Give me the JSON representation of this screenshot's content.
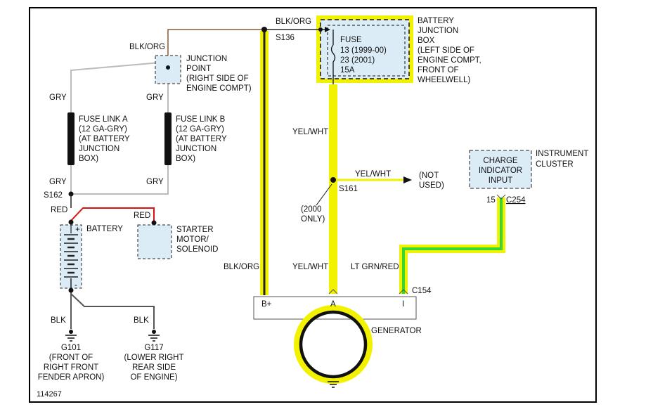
{
  "figure_id": "114267",
  "colors": {
    "highlight_yellow": "#f2f200",
    "highlight_green": "#33d633",
    "wire_black": "#222222",
    "wire_brown": "#8a5a32",
    "wire_gray": "#bbbbbb",
    "wire_red": "#dd1111",
    "box_fill": "#dcecf6",
    "border": "#000000"
  },
  "wires": {
    "blk_org": "BLK/ORG",
    "gry": "GRY",
    "red": "RED",
    "blk": "BLK",
    "yel_wht": "YEL/WHT",
    "lt_grn_red": "LT GRN/RED"
  },
  "battery_junction_box": {
    "lines": [
      "BATTERY",
      "JUNCTION",
      "BOX",
      "(LEFT SIDE OF",
      "ENGINE COMPT,",
      "FRONT OF",
      "WHEELWELL)"
    ],
    "fuse": [
      "FUSE",
      "13  (1999-00)",
      "23  (2001)",
      "15A"
    ]
  },
  "junction_point": {
    "lines": [
      "JUNCTION",
      "POINT",
      "(RIGHT SIDE OF",
      "ENGINE COMPT)"
    ]
  },
  "fuse_link_a": {
    "lines": [
      "FUSE LINK A",
      "(12 GA-GRY)",
      "(AT BATTERY",
      "JUNCTION",
      "BOX)"
    ]
  },
  "fuse_link_b": {
    "lines": [
      "FUSE LINK B",
      "(12 GA-GRY)",
      "(AT BATTERY",
      "JUNCTION",
      "BOX)"
    ]
  },
  "splices": {
    "s136": "S136",
    "s161": "S161",
    "s162": "S162"
  },
  "s161_note": [
    "(2000",
    "ONLY)"
  ],
  "not_used": [
    "(NOT",
    "USED)"
  ],
  "battery": {
    "label": "BATTERY",
    "plus": "+",
    "minus": "-"
  },
  "starter": {
    "lines": [
      "STARTER",
      "MOTOR/",
      "SOLENOID"
    ]
  },
  "instrument_cluster": {
    "lines": [
      "INSTRUMENT",
      "CLUSTER"
    ],
    "input": [
      "CHARGE",
      "INDICATOR",
      "INPUT"
    ],
    "pin": "15",
    "connector": "C254"
  },
  "generator": {
    "label": "GENERATOR",
    "connector": "C154",
    "terminals": [
      "B+",
      "A",
      "I"
    ]
  },
  "grounds": {
    "g101": {
      "name": "G101",
      "lines": [
        "(FRONT OF",
        "RIGHT FRONT",
        "FENDER APRON)"
      ]
    },
    "g117": {
      "name": "G117",
      "lines": [
        "(LOWER RIGHT",
        "REAR SIDE",
        "OF ENGINE)"
      ]
    }
  }
}
